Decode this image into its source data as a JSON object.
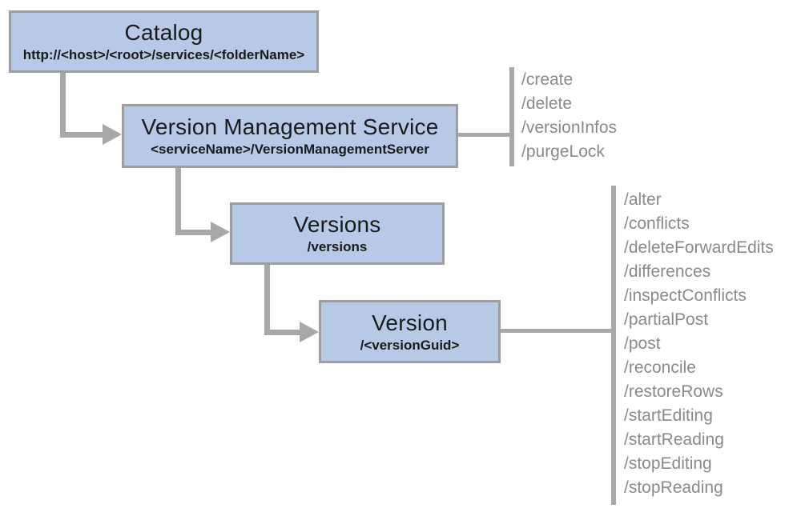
{
  "diagram": {
    "nodes": {
      "catalog": {
        "title": "Catalog",
        "subtitle": "http://<host>/<root>/services/<folderName>"
      },
      "vms": {
        "title": "Version Management Service",
        "subtitle": "<serviceName>/VersionManagementServer"
      },
      "versions": {
        "title": "Versions",
        "subtitle": "/versions"
      },
      "version": {
        "title": "Version",
        "subtitle": "/<versionGuid>"
      }
    },
    "vms_operations": [
      "/create",
      "/delete",
      "/versionInfos",
      "/purgeLock"
    ],
    "version_operations": [
      "/alter",
      "/conflicts",
      "/deleteForwardEdits",
      "/differences",
      "/inspectConflicts",
      "/partialPost",
      "/post",
      "/reconcile",
      "/restoreRows",
      "/startEditing",
      "/startReading",
      "/stopEditing",
      "/stopReading"
    ],
    "colors": {
      "node_fill": "#b8c9e7",
      "node_border": "#9e9e9e",
      "node_text": "#1a1a1a",
      "connector": "#a8a8a8",
      "operation_text": "#8a8a8a"
    }
  }
}
